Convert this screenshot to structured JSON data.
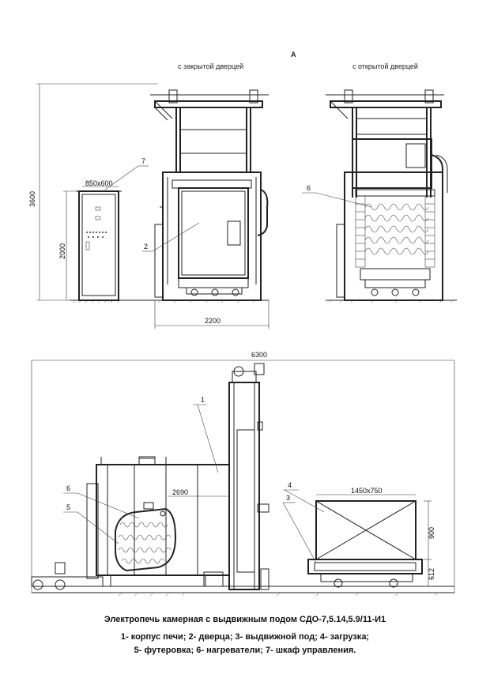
{
  "page_letter": "А",
  "views": {
    "closed_label": "с закрытой дверцей",
    "open_label": "с открытой дверцей"
  },
  "dimensions": {
    "height_total": "3600",
    "height_cabinet": "2000",
    "cabinet_size": "850x600",
    "width_front": "2200",
    "length_total": "6300",
    "chamber_length": "2690",
    "hearth_size": "1450x750",
    "load_height": "900",
    "hearth_height": "612"
  },
  "callouts": {
    "c1": "1",
    "c2": "2",
    "c3": "3",
    "c4": "4",
    "c5": "5",
    "c6_top": "6",
    "c6_bottom": "6",
    "c7": "7"
  },
  "caption": {
    "title": "Электропечь камерная с выдвижным подом СДО-7,5.14,5.9/11-И1",
    "line1": "1- корпус печи; 2- дверца; 3- выдвижной под; 4- загрузка;",
    "line2": "5- футеровка; 6- нагреватели; 7- шкаф управления."
  }
}
